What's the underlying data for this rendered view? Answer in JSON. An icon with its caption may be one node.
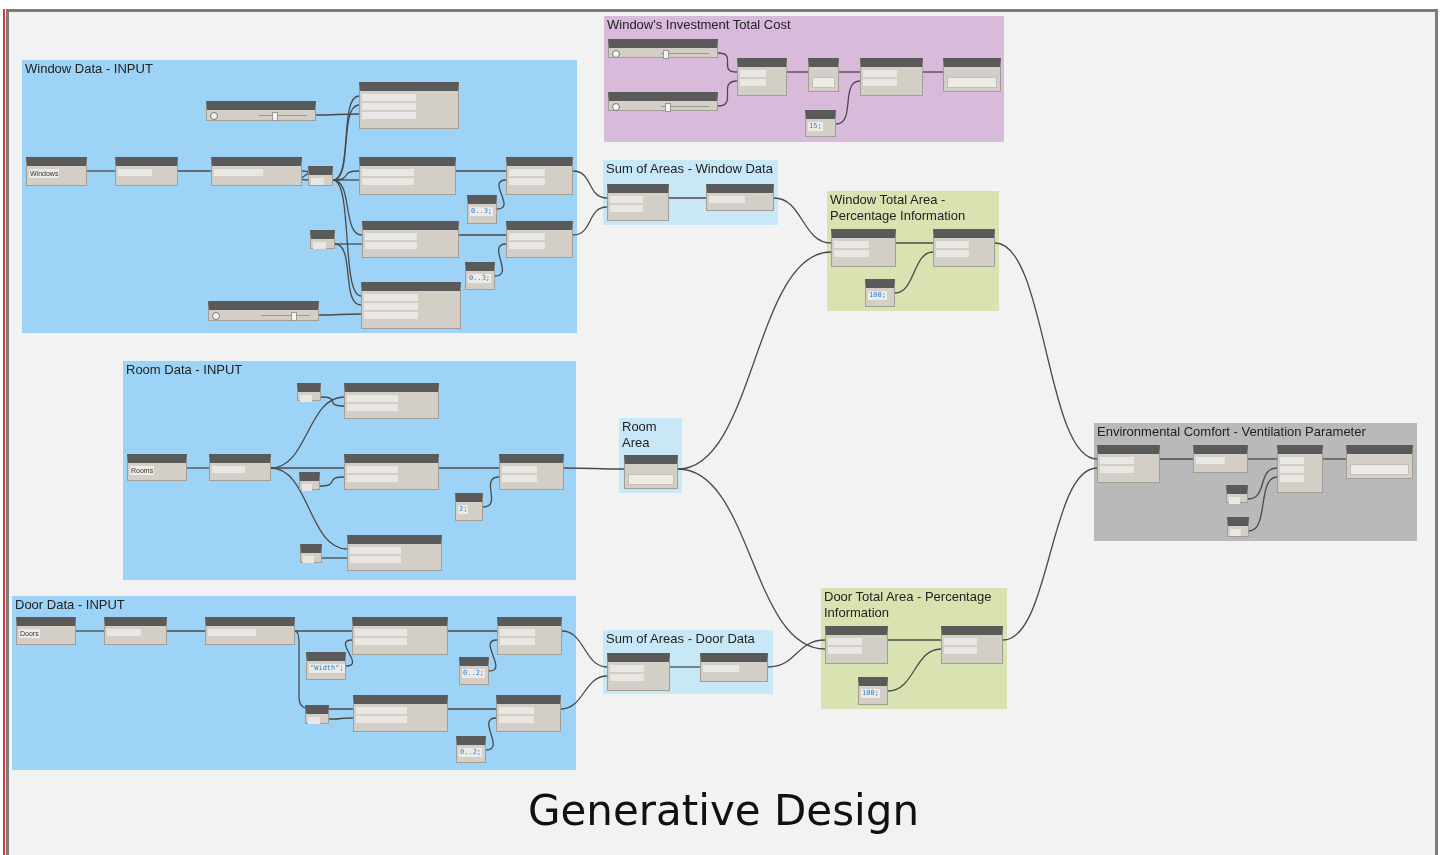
{
  "diagram": {
    "title": "Generative Design",
    "nodes": [
      {
        "text": [
          "Window's Investment Total Cost"
        ]
      },
      {
        "text": [
          "Window Data - INPUT"
        ]
      },
      {
        "text": [
          "Sum of Areas - Window Data"
        ]
      },
      {
        "text": [
          "Window Total Area - Percentage Information"
        ]
      },
      {
        "text": [
          "Room Data - INPUT"
        ]
      },
      {
        "text": [
          "Room Area"
        ]
      },
      {
        "text": [
          "Environmental Comfort - Ventilation Parameter"
        ]
      },
      {
        "text": [
          "Door Data - INPUT"
        ]
      },
      {
        "text": [
          "Sum of Areas - Door Data"
        ]
      },
      {
        "text": [
          "Door Total Area - Percentage Information"
        ]
      },
      {
        "text": [],
        "shape": "box",
        "in": 0
      },
      {
        "text": [],
        "shape": "box",
        "in": 0
      },
      {
        "text": [],
        "shape": "box",
        "in": 0
      },
      {
        "text": [],
        "shape": "box",
        "in": 0
      },
      {
        "text": [
          "15;"
        ],
        "in": 0
      },
      {
        "text": [],
        "shape": "box",
        "in": 0
      },
      {
        "text": [],
        "shape": "box",
        "in": 0
      },
      {
        "text": [
          "Windows"
        ],
        "in": 1
      },
      {
        "text": [],
        "shape": "box",
        "in": 1
      },
      {
        "text": [],
        "shape": "box",
        "in": 1
      },
      {
        "text": [],
        "shape": "box",
        "in": 1
      },
      {
        "text": [],
        "shape": "box",
        "in": 1
      },
      {
        "text": [],
        "shape": "box",
        "in": 1
      },
      {
        "text": [],
        "shape": "box",
        "in": 1
      },
      {
        "text": [],
        "shape": "box",
        "in": 1
      },
      {
        "text": [],
        "shape": "box",
        "in": 1
      },
      {
        "text": [],
        "shape": "box",
        "in": 1
      },
      {
        "text": [],
        "shape": "box",
        "in": 1
      },
      {
        "text": [
          "0..3;"
        ],
        "in": 1
      },
      {
        "text": [
          "0..3;"
        ],
        "in": 1
      },
      {
        "text": [],
        "shape": "box",
        "in": 1
      },
      {
        "text": [],
        "shape": "box",
        "in": 1
      },
      {
        "text": [],
        "shape": "box",
        "in": 2
      },
      {
        "text": [],
        "shape": "box",
        "in": 2
      },
      {
        "text": [],
        "shape": "box",
        "in": 3
      },
      {
        "text": [
          "100;"
        ],
        "in": 3
      },
      {
        "text": [],
        "shape": "box",
        "in": 3
      },
      {
        "text": [
          "Rooms"
        ],
        "in": 4
      },
      {
        "text": [],
        "shape": "box",
        "in": 4
      },
      {
        "text": [],
        "shape": "box",
        "in": 4
      },
      {
        "text": [],
        "shape": "box",
        "in": 4
      },
      {
        "text": [],
        "shape": "box",
        "in": 4
      },
      {
        "text": [],
        "shape": "box",
        "in": 4
      },
      {
        "text": [],
        "shape": "box",
        "in": 4
      },
      {
        "text": [],
        "shape": "box",
        "in": 4
      },
      {
        "text": [
          "2;"
        ],
        "in": 4
      },
      {
        "text": [],
        "shape": "box",
        "in": 4
      },
      {
        "text": [],
        "shape": "box",
        "in": 5
      },
      {
        "text": [],
        "shape": "box",
        "in": 6
      },
      {
        "text": [],
        "shape": "box",
        "in": 6
      },
      {
        "text": [],
        "shape": "box",
        "in": 6
      },
      {
        "text": [],
        "shape": "box",
        "in": 6
      },
      {
        "text": [],
        "shape": "box",
        "in": 6
      },
      {
        "text": [],
        "shape": "box",
        "in": 6
      },
      {
        "text": [
          "Doors"
        ],
        "in": 7
      },
      {
        "text": [],
        "shape": "box",
        "in": 7
      },
      {
        "text": [],
        "shape": "box",
        "in": 7
      },
      {
        "text": [
          "\"Width\";"
        ],
        "in": 7
      },
      {
        "text": [],
        "shape": "box",
        "in": 7
      },
      {
        "text": [
          "0..2;"
        ],
        "in": 7
      },
      {
        "text": [],
        "shape": "box",
        "in": 7
      },
      {
        "text": [],
        "shape": "box",
        "in": 7
      },
      {
        "text": [],
        "shape": "box",
        "in": 7
      },
      {
        "text": [
          "0..2;"
        ],
        "in": 7
      },
      {
        "text": [],
        "shape": "box",
        "in": 7
      },
      {
        "text": [],
        "shape": "box",
        "in": 8
      },
      {
        "text": [],
        "shape": "box",
        "in": 8
      },
      {
        "text": [],
        "shape": "box",
        "in": 9
      },
      {
        "text": [
          "100;"
        ],
        "in": 9
      },
      {
        "text": [],
        "shape": "box",
        "in": 9
      }
    ],
    "edges": [
      {
        "from": 10,
        "to": 12,
        "arrow": "none"
      },
      {
        "from": 11,
        "to": 12,
        "arrow": "none"
      },
      {
        "from": 12,
        "to": 13,
        "arrow": "none"
      },
      {
        "from": 13,
        "to": 15,
        "arrow": "none"
      },
      {
        "from": 14,
        "to": 15,
        "arrow": "none"
      },
      {
        "from": 15,
        "to": 16,
        "arrow": "none"
      },
      {
        "from": 17,
        "to": 18,
        "arrow": "none"
      },
      {
        "from": 18,
        "to": 19,
        "arrow": "none"
      },
      {
        "from": 19,
        "to": 21,
        "arrow": "none"
      },
      {
        "from": 21,
        "to": 23,
        "arrow": "none"
      },
      {
        "from": 21,
        "to": 23,
        "arrow": "none"
      },
      {
        "from": 20,
        "to": 23,
        "arrow": "none"
      },
      {
        "from": 21,
        "to": 24,
        "arrow": "none"
      },
      {
        "from": 21,
        "to": 24,
        "arrow": "none"
      },
      {
        "from": 21,
        "to": 25,
        "arrow": "none"
      },
      {
        "from": 22,
        "to": 25,
        "arrow": "none"
      },
      {
        "from": 21,
        "to": 26,
        "arrow": "none"
      },
      {
        "from": 22,
        "to": 26,
        "arrow": "none"
      },
      {
        "from": 27,
        "to": 26,
        "arrow": "none"
      },
      {
        "from": 24,
        "to": 30,
        "arrow": "none"
      },
      {
        "from": 28,
        "to": 30,
        "arrow": "none"
      },
      {
        "from": 25,
        "to": 31,
        "arrow": "none"
      },
      {
        "from": 29,
        "to": 31,
        "arrow": "none"
      },
      {
        "from": 30,
        "to": 32,
        "arrow": "none"
      },
      {
        "from": 31,
        "to": 32,
        "arrow": "none"
      },
      {
        "from": 32,
        "to": 33,
        "arrow": "none"
      },
      {
        "from": 33,
        "to": 34,
        "arrow": "none"
      },
      {
        "from": 47,
        "to": 34,
        "arrow": "none"
      },
      {
        "from": 34,
        "to": 36,
        "arrow": "none"
      },
      {
        "from": 35,
        "to": 36,
        "arrow": "none"
      },
      {
        "from": 36,
        "to": 48,
        "arrow": "none"
      },
      {
        "from": 37,
        "to": 38,
        "arrow": "none"
      },
      {
        "from": 38,
        "to": 40,
        "arrow": "none"
      },
      {
        "from": 39,
        "to": 40,
        "arrow": "none"
      },
      {
        "from": 38,
        "to": 42,
        "arrow": "none"
      },
      {
        "from": 41,
        "to": 42,
        "arrow": "none"
      },
      {
        "from": 38,
        "to": 44,
        "arrow": "none"
      },
      {
        "from": 43,
        "to": 44,
        "arrow": "none"
      },
      {
        "from": 42,
        "to": 46,
        "arrow": "none"
      },
      {
        "from": 45,
        "to": 46,
        "arrow": "none"
      },
      {
        "from": 46,
        "to": 47,
        "arrow": "none"
      },
      {
        "from": 54,
        "to": 55,
        "arrow": "none"
      },
      {
        "from": 55,
        "to": 56,
        "arrow": "none"
      },
      {
        "from": 56,
        "to": 58,
        "arrow": "none"
      },
      {
        "from": 57,
        "to": 58,
        "arrow": "none"
      },
      {
        "from": 56,
        "to": 62,
        "arrow": "none"
      },
      {
        "from": 61,
        "to": 62,
        "arrow": "none"
      },
      {
        "from": 58,
        "to": 60,
        "arrow": "none"
      },
      {
        "from": 59,
        "to": 60,
        "arrow": "none"
      },
      {
        "from": 62,
        "to": 64,
        "arrow": "none"
      },
      {
        "from": 63,
        "to": 64,
        "arrow": "none"
      },
      {
        "from": 60,
        "to": 65,
        "arrow": "none"
      },
      {
        "from": 64,
        "to": 65,
        "arrow": "none"
      },
      {
        "from": 65,
        "to": 66,
        "arrow": "none"
      },
      {
        "from": 66,
        "to": 67,
        "arrow": "none"
      },
      {
        "from": 47,
        "to": 67,
        "arrow": "none"
      },
      {
        "from": 67,
        "to": 69,
        "arrow": "none"
      },
      {
        "from": 68,
        "to": 69,
        "arrow": "none"
      },
      {
        "from": 69,
        "to": 48,
        "arrow": "none"
      },
      {
        "from": 48,
        "to": 49,
        "arrow": "none"
      },
      {
        "from": 49,
        "to": 50,
        "arrow": "none"
      },
      {
        "from": 51,
        "to": 50,
        "arrow": "none"
      },
      {
        "from": 52,
        "to": 50,
        "arrow": "none"
      },
      {
        "from": 50,
        "to": 53,
        "arrow": "none"
      }
    ]
  }
}
